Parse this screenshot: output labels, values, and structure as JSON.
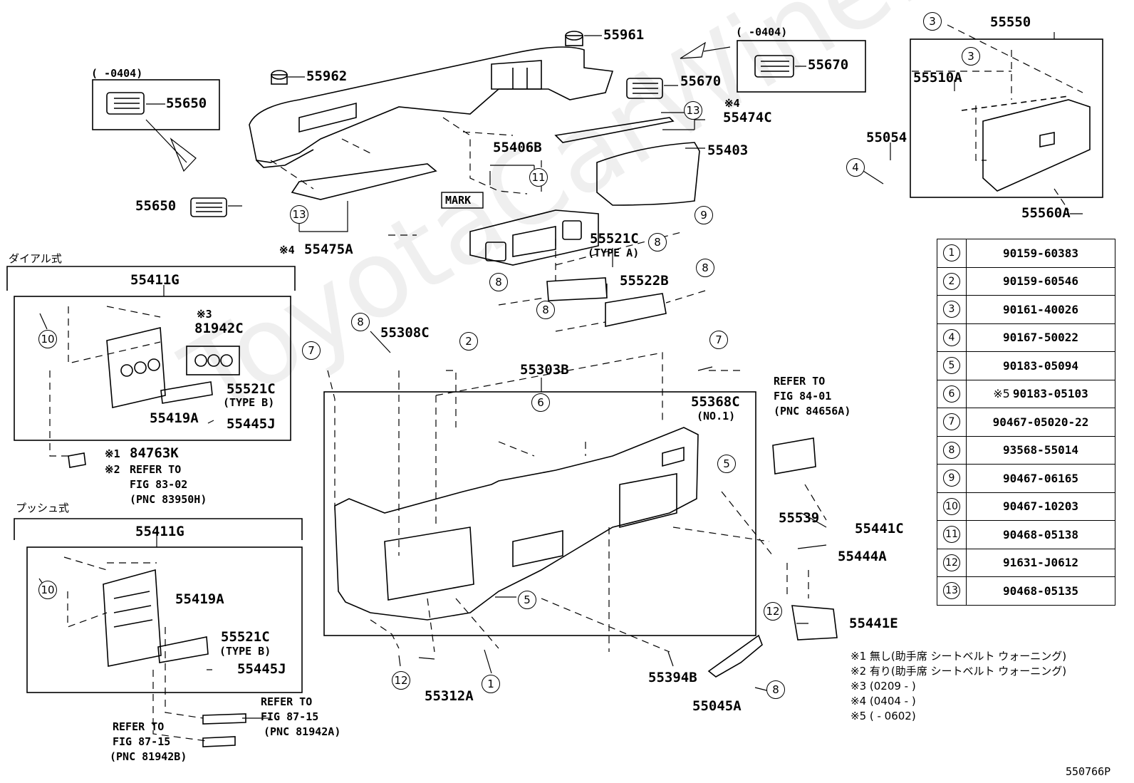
{
  "watermark": "ToyotaCarWine.ru",
  "figure_id": "550766P",
  "section_dial": "ダイアル式",
  "section_push": "プッシュ式",
  "part_labels": {
    "p55961": "55961",
    "p55962": "55962",
    "p55670": "55670",
    "p55670box": "55670",
    "p55650": "55650",
    "p55650box": "55650",
    "p55550": "55550",
    "p55510A": "55510A",
    "p55474C": "55474C",
    "p55474C_note": "※4",
    "p55403": "55403",
    "p55054": "55054",
    "p55406B": "55406B",
    "mark": "MARK",
    "p55560A": "55560A",
    "p55475A": "55475A",
    "p55475A_note": "※4",
    "p55521C_a": "55521C",
    "type_a": "(TYPE A)",
    "p55522B": "55522B",
    "p55411G_dial": "55411G",
    "p81942C": "81942C",
    "p81942C_note": "※3",
    "p55521C_b1": "55521C",
    "type_b1": "(TYPE B)",
    "p55419A_1": "55419A",
    "p55445J_1": "55445J",
    "p84763K": "84763K",
    "note1": "※1",
    "note2": "※2",
    "refer_83": "REFER TO",
    "fig_83": "FIG 83-02",
    "pnc_83": "(PNC 83950H)",
    "p55308C": "55308C",
    "p55303B": "55303B",
    "p55368C": "55368C",
    "no1": "(NO.1)",
    "refer_84": "REFER TO",
    "fig_84": "FIG 84-01",
    "pnc_84": "(PNC 84656A)",
    "p55539": "55539",
    "p55441C": "55441C",
    "p55444A": "55444A",
    "p55441E": "55441E",
    "p55411G_push": "55411G",
    "p55419A_2": "55419A",
    "p55521C_b2": "55521C",
    "type_b2": "(TYPE B)",
    "p55445J_2": "55445J",
    "refer_87a": "REFER TO",
    "fig_87a": "FIG 87-15",
    "pnc_87a": "(PNC 81942A)",
    "refer_87b": "REFER TO",
    "fig_87b": "FIG 87-15",
    "pnc_87b": "(PNC 81942B)",
    "p55312A": "55312A",
    "p55394B": "55394B",
    "p55045A": "55045A",
    "date_0404a": "(    -0404)",
    "date_0404b": "(    -0404)"
  },
  "circled": {
    "c3a": "3",
    "c3b": "3",
    "c4": "4",
    "c11": "11",
    "c13a": "13",
    "c13b": "13",
    "c9": "9",
    "c8a": "8",
    "c8b": "8",
    "c8c": "8",
    "c8d": "8",
    "c8e": "8",
    "c8f": "8",
    "c10a": "10",
    "c10b": "10",
    "c7a": "7",
    "c7b": "7",
    "c2": "2",
    "c6": "6",
    "c5a": "5",
    "c5b": "5",
    "c12a": "12",
    "c12b": "12",
    "c1": "1"
  },
  "reference_table": [
    {
      "no": "1",
      "note": "",
      "part": "90159-60383"
    },
    {
      "no": "2",
      "note": "",
      "part": "90159-60546"
    },
    {
      "no": "3",
      "note": "",
      "part": "90161-40026"
    },
    {
      "no": "4",
      "note": "",
      "part": "90167-50022"
    },
    {
      "no": "5",
      "note": "",
      "part": "90183-05094"
    },
    {
      "no": "6",
      "note": "※5",
      "part": "90183-05103"
    },
    {
      "no": "7",
      "note": "",
      "part": "90467-05020-22"
    },
    {
      "no": "8",
      "note": "",
      "part": "93568-55014"
    },
    {
      "no": "9",
      "note": "",
      "part": "90467-06165"
    },
    {
      "no": "10",
      "note": "",
      "part": "90467-10203"
    },
    {
      "no": "11",
      "note": "",
      "part": "90468-05138"
    },
    {
      "no": "12",
      "note": "",
      "part": "91631-J0612"
    },
    {
      "no": "13",
      "note": "",
      "part": "90468-05135"
    }
  ],
  "footnotes": [
    "※1 無し(助手席 シートベルト ウォーニング)",
    "※2 有り(助手席 シートベルト ウォーニング)",
    "※3 (0209 -       )",
    "※4 (0404 -       )",
    "※5 (        - 0602)"
  ]
}
